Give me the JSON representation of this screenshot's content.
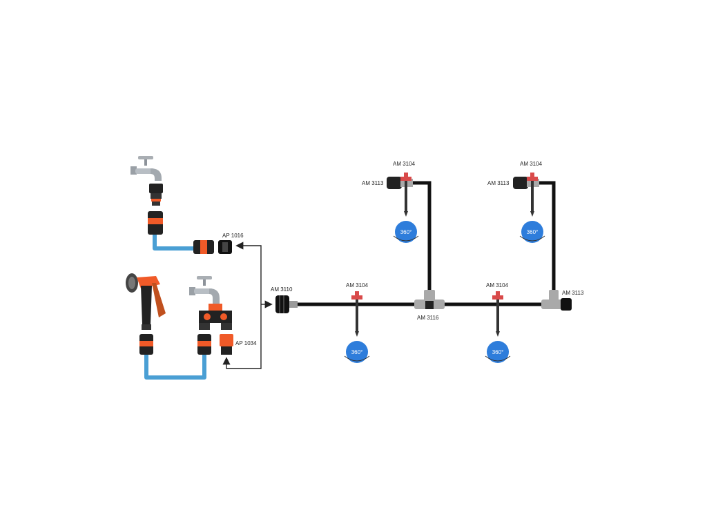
{
  "diagram": {
    "labels": {
      "ap1016": "AP 1016",
      "ap1034": "AP 1034",
      "am3110": "AM 3110",
      "am3116": "AM 3116",
      "am3104": "AM 3104",
      "am3113": "AM 3113"
    },
    "spray_angle": "360°",
    "colors": {
      "pipe": "#111111",
      "hose": "#4a9fd4",
      "accent": "#f05a28",
      "sprinkler_head": "#d94a4a",
      "spray_disc": "#2e7ddb",
      "fitting_grey": "#a9a9a9",
      "arrow": "#222222"
    },
    "icons": [
      "water-tap-icon",
      "spray-gun-icon",
      "y-splitter-icon",
      "quick-connector-icon",
      "sprinkler-icon",
      "spray-pattern-icon"
    ]
  }
}
